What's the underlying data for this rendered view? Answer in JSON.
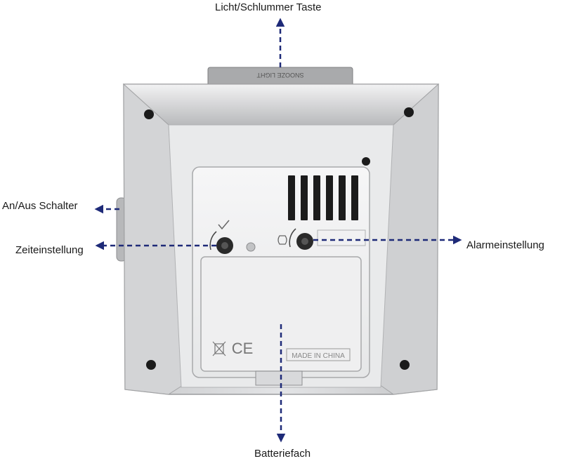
{
  "labels": {
    "top": "Licht/Schlummer Taste",
    "left_upper": "An/Aus Schalter",
    "left_lower": "Zeiteinstellung",
    "right": "Alarmeinstellung",
    "bottom": "Batteriefach"
  },
  "device": {
    "body_color": "#d9dadc",
    "arrow_color": "#1e2a78",
    "battery_cover_mark": "MADE IN CHINA",
    "ce_mark": "CE",
    "snooze_bar_text": "SNOOZE LIGHT"
  }
}
